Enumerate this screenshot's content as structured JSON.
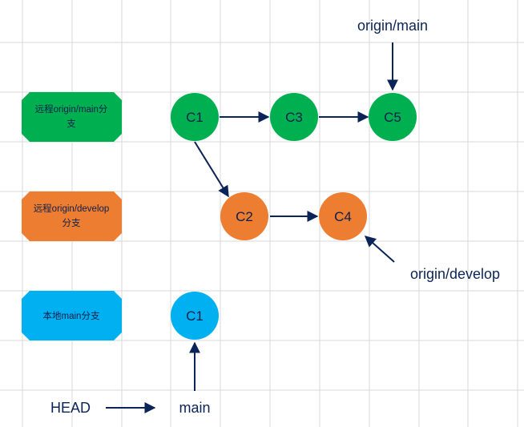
{
  "colors": {
    "grid": "#d9d9d9",
    "green": "#00b050",
    "orange": "#ed7d31",
    "blue": "#00b0f0",
    "arrow": "#0b2457",
    "text": "#0b2457"
  },
  "branches": {
    "remote_main": {
      "line1": "远程origin/main分",
      "line2": "支"
    },
    "remote_develop": {
      "line1": "远程origin/develop",
      "line2": "分支"
    },
    "local_main": {
      "line1": "本地main分支"
    }
  },
  "commits": {
    "remote_main": [
      "C1",
      "C3",
      "C5"
    ],
    "remote_develop": [
      "C2",
      "C4"
    ],
    "local_main": [
      "C1"
    ]
  },
  "labels": {
    "origin_main": "origin/main",
    "origin_develop": "origin/develop",
    "head": "HEAD",
    "main": "main"
  }
}
